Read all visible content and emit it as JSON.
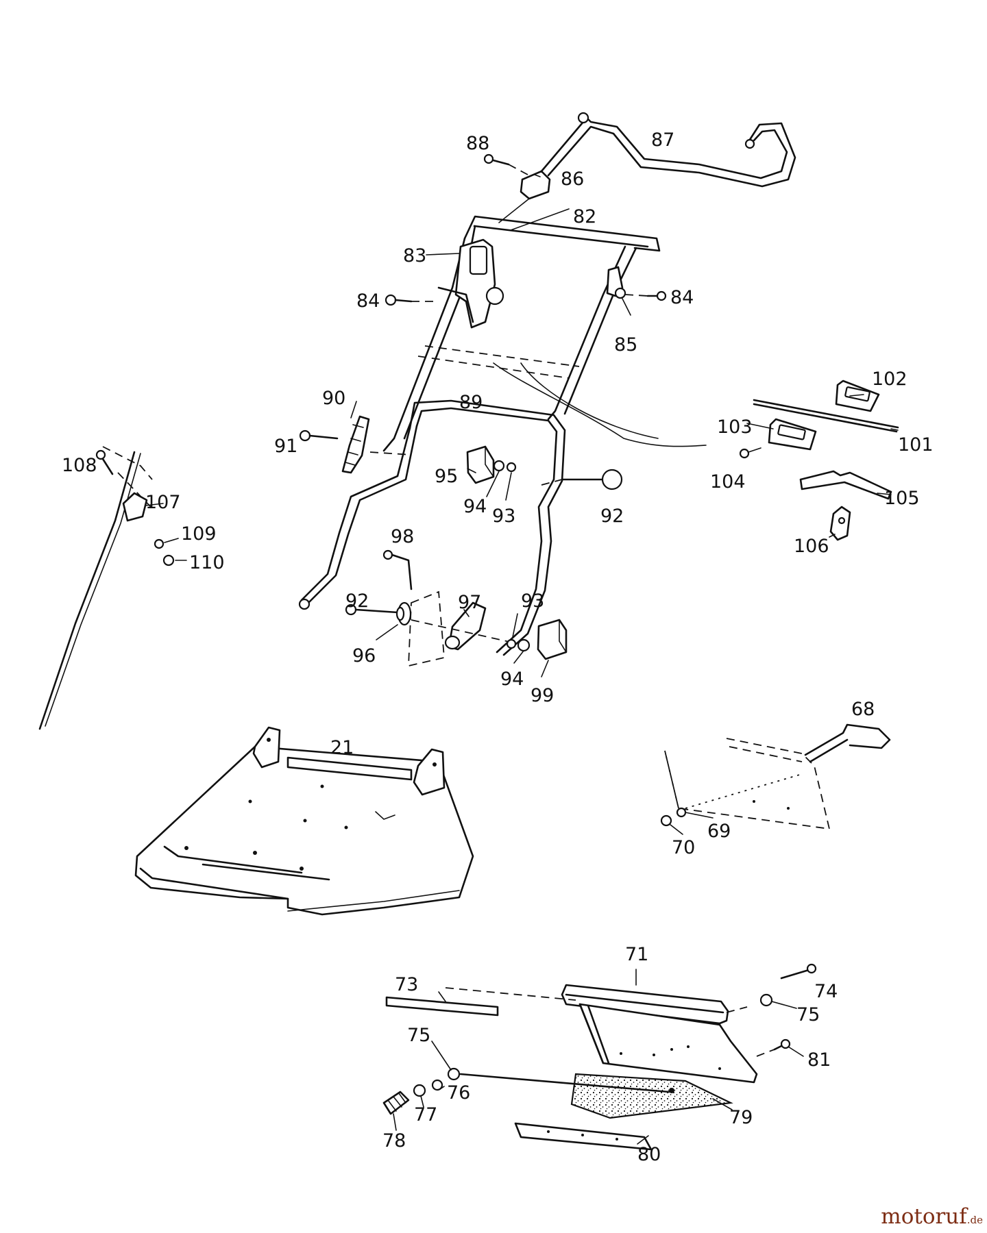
{
  "watermark": {
    "brand": "motoruf",
    "suffix": ".de"
  },
  "labels": {
    "l21": "21",
    "l68": "68",
    "l69": "69",
    "l70": "70",
    "l71": "71",
    "l73": "73",
    "l74": "74",
    "l75a": "75",
    "l75b": "75",
    "l76": "76",
    "l77": "77",
    "l78": "78",
    "l79": "79",
    "l80": "80",
    "l81": "81",
    "l82": "82",
    "l83": "83",
    "l84a": "84",
    "l84b": "84",
    "l85": "85",
    "l86": "86",
    "l87": "87",
    "l88": "88",
    "l89": "89",
    "l90": "90",
    "l91": "91",
    "l92a": "92",
    "l92b": "92",
    "l93a": "93",
    "l93b": "93",
    "l94a": "94",
    "l94b": "94",
    "l95": "95",
    "l96": "96",
    "l97": "97",
    "l98": "98",
    "l99": "99",
    "l101": "101",
    "l102": "102",
    "l103": "103",
    "l104": "104",
    "l105": "105",
    "l106": "106",
    "l107": "107",
    "l108": "108",
    "l109": "109",
    "l110": "110"
  }
}
